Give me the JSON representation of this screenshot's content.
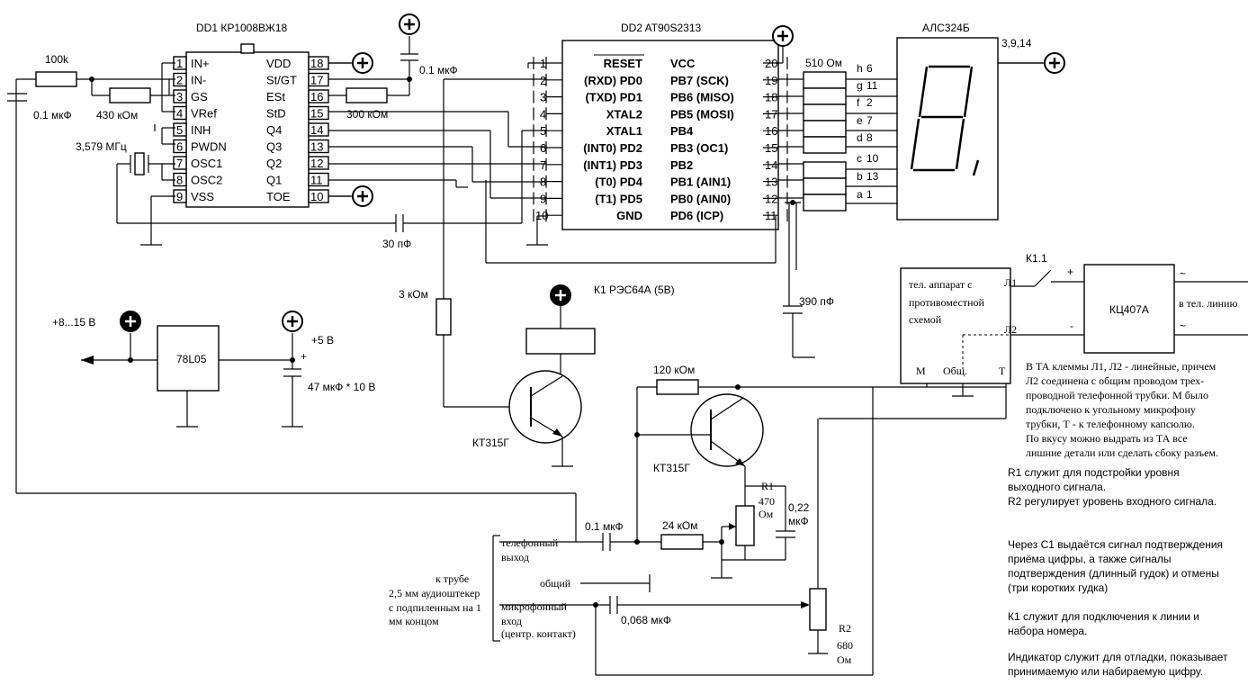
{
  "dd1": {
    "title": "DD1 КР1008ВЖ18",
    "left_pins": [
      {
        "num": "1",
        "name": "IN+"
      },
      {
        "num": "2",
        "name": "IN-"
      },
      {
        "num": "3",
        "name": "GS"
      },
      {
        "num": "4",
        "name": "VRef"
      },
      {
        "num": "5",
        "name": "INH"
      },
      {
        "num": "6",
        "name": "PWDN"
      },
      {
        "num": "7",
        "name": "OSC1"
      },
      {
        "num": "8",
        "name": "OSC2"
      },
      {
        "num": "9",
        "name": "VSS"
      }
    ],
    "right_pins": [
      {
        "num": "18",
        "name": "VDD"
      },
      {
        "num": "17",
        "name": "St/GT"
      },
      {
        "num": "16",
        "name": "ESt"
      },
      {
        "num": "15",
        "name": "StD"
      },
      {
        "num": "14",
        "name": "Q4"
      },
      {
        "num": "13",
        "name": "Q3"
      },
      {
        "num": "12",
        "name": "Q2"
      },
      {
        "num": "11",
        "name": "Q1"
      },
      {
        "num": "10",
        "name": "TOE"
      }
    ]
  },
  "dd2": {
    "title": "DD2 AT90S2313",
    "left_pins": [
      {
        "num": "1",
        "name": "RESET"
      },
      {
        "num": "2",
        "name": "(RXD) PD0"
      },
      {
        "num": "3",
        "name": "(TXD) PD1"
      },
      {
        "num": "4",
        "name": "XTAL2"
      },
      {
        "num": "5",
        "name": "XTAL1"
      },
      {
        "num": "6",
        "name": "(INT0) PD2"
      },
      {
        "num": "7",
        "name": "(INT1) PD3"
      },
      {
        "num": "8",
        "name": "(T0) PD4"
      },
      {
        "num": "9",
        "name": "(T1) PD5"
      },
      {
        "num": "10",
        "name": "GND"
      }
    ],
    "right_pins": [
      {
        "num": "20",
        "name": "VCC"
      },
      {
        "num": "19",
        "name": "PB7 (SCK)"
      },
      {
        "num": "18",
        "name": "PB6 (MISO)"
      },
      {
        "num": "17",
        "name": "PB5 (MOSI)"
      },
      {
        "num": "16",
        "name": "PB4"
      },
      {
        "num": "15",
        "name": "PB3 (OC1)"
      },
      {
        "num": "14",
        "name": "PB2"
      },
      {
        "num": "13",
        "name": "PB1 (AIN1)"
      },
      {
        "num": "12",
        "name": "PB0 (AIN0)"
      },
      {
        "num": "11",
        "name": "PD6 (ICP)"
      }
    ]
  },
  "display": {
    "title": "АЛС324Б",
    "common_pins": "3,9,14",
    "resistor_label": "510 Ом",
    "segments": [
      {
        "seg": "h",
        "pin": "6"
      },
      {
        "seg": "g",
        "pin": "11"
      },
      {
        "seg": "f",
        "pin": "2"
      },
      {
        "seg": "e",
        "pin": "7"
      },
      {
        "seg": "d",
        "pin": "8"
      },
      {
        "seg": "c",
        "pin": "10"
      },
      {
        "seg": "b",
        "pin": "13"
      },
      {
        "seg": "a",
        "pin": "1"
      }
    ]
  },
  "components": {
    "r_100k": "100k",
    "c_input": "0.1 мкФ",
    "r_430k": "430 кОм",
    "c_vdd": "0.1 мкФ",
    "r_300k": "300 кОм",
    "crystal": "3,579 МГц",
    "c_30p": "30 пФ",
    "r_3k": "3 кОм",
    "relay": "К1 РЭС64А (5В)",
    "transistor1": "КТ315Г",
    "transistor2": "КТ315Г",
    "r_120k": "120 кОм",
    "c_390p": "390 пФ",
    "r1_name": "R1",
    "r1_value": "470",
    "r1_unit": "Ом",
    "c_022_a": "0,22",
    "c_022_b": "мкФ",
    "r_24k": "24 кОм",
    "c_01_out": "0.1 мкФ",
    "c_0068": "0,068 мкФ",
    "r2_name": "R2",
    "r2_value": "680",
    "r2_unit": "Ом",
    "k1_contact": "К1.1",
    "bridge": "КЦ407А"
  },
  "power": {
    "input": "+8...15 В",
    "regulator": "78L05",
    "output": "+5 В",
    "cap": "47 мкФ * 10 В",
    "plus": "+"
  },
  "phone": {
    "box_lines": [
      "тел. аппарат с",
      "противоместной",
      "схемой"
    ],
    "l1": "Л1",
    "l2": "Л2",
    "m": "М",
    "common": "Общ.",
    "t": "Т",
    "line_out": "в тел. линию",
    "tilde": "~",
    "plus": "+",
    "minus": "-"
  },
  "jack": {
    "label_lines": [
      "к трубе",
      "2,5 мм аудиоштекер",
      "с подпиленным на 1",
      "мм концом"
    ],
    "phone_out": [
      "телефонный",
      "выход"
    ],
    "common": "общий",
    "mic_in": [
      "микрофонный",
      "вход",
      "(центр. контакт)"
    ]
  },
  "notes": {
    "ta_note": [
      "В ТА клеммы Л1, Л2 - линейные, причем",
      "Л2 соединена с общим проводом  трех-",
      "проводной телефонной трубки. М было",
      "подключено к угольному микрофону",
      "трубки, Т - к телефонному капсюлю.",
      "По вкусу можно выдрать из ТА все",
      "лишние детали или сделать сбоку разъем."
    ],
    "r_notes": [
      "R1 служит для подстройки уровня",
      "выходного сигнала.",
      "R2 регулирует уровень входного сигнала."
    ],
    "c1_note": [
      "Через С1 выдаётся сигнал подтверждения",
      "приёма цифры, а также сигналы",
      "подтверждения (длинный гудок) и отмены",
      "(три коротких гудка)"
    ],
    "k1_note": [
      "К1 служит для подключения к линии и",
      "набора номера."
    ],
    "ind_note": [
      "Индикатор служит для отладки, показывает",
      "принимаемую или набираемую цифру."
    ]
  }
}
